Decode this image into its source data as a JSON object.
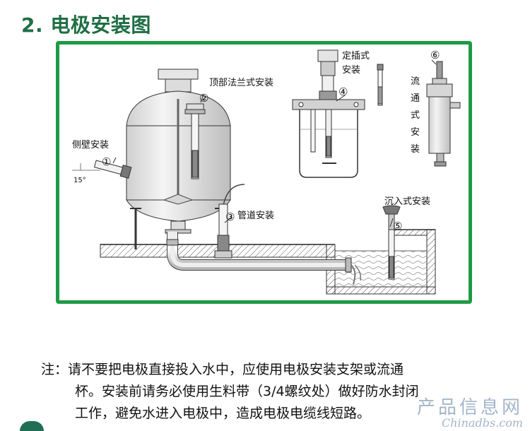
{
  "title": "2. 电极安装图",
  "diagram": {
    "labels": {
      "side_wall": "侧壁安装",
      "top_flange": "顶部法兰式安装",
      "pipeline": "管道安装",
      "insert_1": "定插式",
      "insert_2": "安装",
      "flow_through": [
        "流",
        "通",
        "式",
        "安",
        "装"
      ],
      "immersion": "沉入式安装",
      "angle": "15°"
    },
    "numbers": [
      "①",
      "②",
      "③",
      "④",
      "⑤",
      "⑥"
    ]
  },
  "note": {
    "line1": "注：请不要把电极直接投入水中，应使用电极安装支架或流通",
    "line2": "杯。安装前请务必使用生料带（3/4螺纹处）做好防水封闭",
    "line3": "工作，避免水进入电极中，造成电极电缆线短路。"
  },
  "watermark": {
    "cn": "产品信息网",
    "en": "Chinadbs.com"
  },
  "colors": {
    "title": "#1f6e45",
    "frame_border": "#1f9a47"
  }
}
